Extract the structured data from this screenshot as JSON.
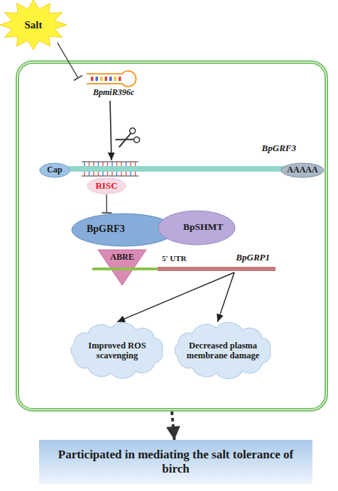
{
  "diagram": {
    "nodes": [
      {
        "text": [
          "Salt"
        ]
      },
      {
        "text": []
      },
      {
        "text": [
          "BpmiR396c"
        ],
        "in": 1
      },
      {
        "text": [
          "BpGRF3"
        ],
        "in": 1
      },
      {
        "text": [
          "Cap"
        ],
        "in": 1
      },
      {
        "text": [
          "AAAAA"
        ],
        "in": 1
      },
      {
        "text": [
          "RISC"
        ],
        "in": 1
      },
      {
        "text": [
          "BpGRF3"
        ],
        "in": 1
      },
      {
        "text": [
          "BpSHMT"
        ],
        "in": 1
      },
      {
        "text": [
          "ABRE"
        ],
        "in": 1
      },
      {
        "text": [
          "5' UTR",
          "BpGRP1"
        ],
        "in": 1
      },
      {
        "text": [
          "Improved ROS scavenging"
        ],
        "in": 1
      },
      {
        "text": [
          "Decreased plasma membrane damage"
        ],
        "in": 1
      },
      {
        "text": [
          "Participated in mediating the salt tolerance of birch"
        ]
      }
    ],
    "edges": [
      {
        "from": 0,
        "to": 2,
        "arrow": "to"
      },
      {
        "from": 2,
        "to": 3,
        "arrow": "to"
      },
      {
        "from": 6,
        "to": 7,
        "arrow": "to"
      },
      {
        "from": 10,
        "to": 11,
        "arrow": "to"
      },
      {
        "from": 10,
        "to": 12,
        "arrow": "to"
      },
      {
        "from": 1,
        "to": 13,
        "arrow": "to"
      }
    ]
  }
}
